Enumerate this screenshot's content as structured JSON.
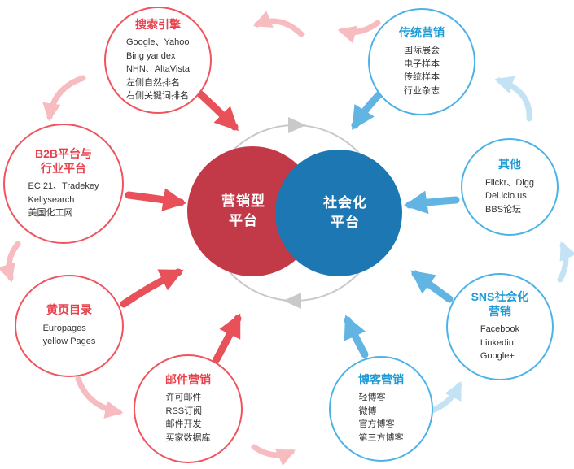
{
  "center": {
    "marketing_label": "营销型\n平台",
    "social_label": "社会化\n平台",
    "marketing_color": "#c23a48",
    "social_color": "#1d77b2"
  },
  "satellites": [
    {
      "title": "搜索引擎",
      "theme": "red",
      "items": [
        "Google、Yahoo",
        "Bing yandex",
        "NHN、AltaVista",
        "左侧自然排名",
        "右侧关键词排名"
      ]
    },
    {
      "title": "传统营销",
      "theme": "blue",
      "items": [
        "国际展会",
        "电子样本",
        "传统样本",
        "行业杂志"
      ]
    },
    {
      "title": "B2B平台与\n行业平台",
      "theme": "red",
      "items": [
        "EC 21、Tradekey",
        "Kellysearch",
        "美国化工网"
      ]
    },
    {
      "title": "其他",
      "theme": "blue",
      "items": [
        "Flickr、Digg",
        "Del.icio.us",
        "BBS论坛"
      ]
    },
    {
      "title": "黄页目录",
      "theme": "red",
      "items": [
        "Europages",
        "yellow Pages"
      ]
    },
    {
      "title": "SNS社会化\n营销",
      "theme": "blue",
      "items": [
        "Facebook",
        "Linkedin",
        "Google+"
      ]
    },
    {
      "title": "邮件营销",
      "theme": "red",
      "items": [
        "许可邮件",
        "RSS订阅",
        "邮件开发",
        "买家数据库"
      ]
    },
    {
      "title": "博客营销",
      "theme": "blue",
      "items": [
        "轻博客",
        "微博",
        "官方博客",
        "第三方博客"
      ]
    }
  ],
  "colors": {
    "red_border": "#f0545e",
    "red_title": "#e8414d",
    "blue_border": "#4db3e6",
    "blue_title": "#1e9ad6",
    "solid_red_arrow": "#e8505a",
    "solid_blue_arrow": "#62b5e2",
    "light_pink_arrow": "#f6bcc0",
    "light_blue_arrow": "#c3e2f4",
    "gray_ring": "#c9c9c9"
  }
}
